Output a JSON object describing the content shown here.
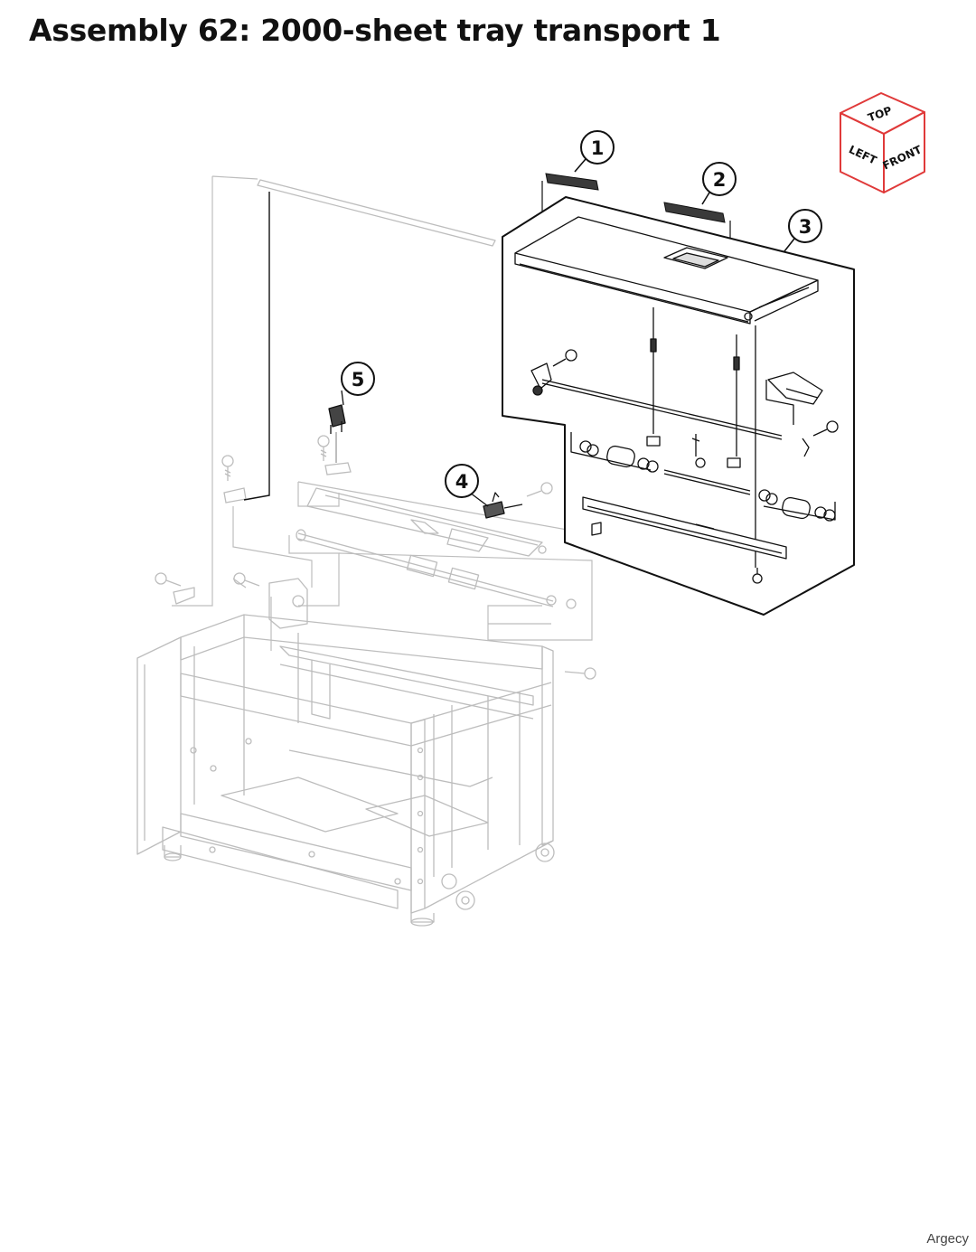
{
  "title": "Assembly 62: 2000-sheet tray transport 1",
  "callouts": [
    {
      "label": "1"
    },
    {
      "label": "2"
    },
    {
      "label": "3"
    },
    {
      "label": "4"
    },
    {
      "label": "5"
    }
  ],
  "orientation_cube": {
    "top": "TOP",
    "left": "LEFT",
    "front": "FRONT",
    "color": "#e03a3a"
  },
  "watermark": "Argecy",
  "colors": {
    "line": "#111111",
    "ghost": "#bdbdbd"
  }
}
